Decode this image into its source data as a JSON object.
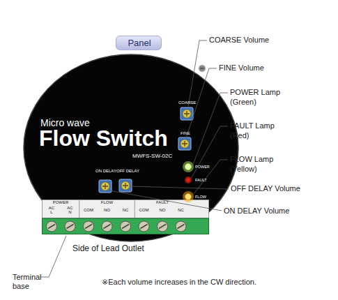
{
  "diagram": {
    "nodes": [
      {
        "text": [
          "Panel"
        ]
      },
      {
        "text": [
          "Micro wave",
          "Flow Switch",
          "MWFS-SW-02C"
        ]
      },
      {
        "text": [
          "POWER",
          "FLOW",
          "FAULT",
          "AC L",
          "AC N",
          "COM",
          "NO",
          "NC",
          "COM",
          "NO",
          "NC"
        ],
        "in": 1
      }
    ],
    "labels": [
      "COARSE",
      "FINE",
      "POWER",
      "FAULT",
      "FLOW",
      "ON DELAY",
      "OFF DELAY",
      "COARSE Volume",
      "FINE Volume",
      "POWER Lamp (Green)",
      "FAULT Lamp (Red)",
      "FLOW Lamp (Yellow)",
      "OFF DELAY Volume",
      "ON DELAY Volume",
      "Side of Lead Outlet",
      "Terminal base",
      "※Each volume increases in the CW direction."
    ]
  }
}
